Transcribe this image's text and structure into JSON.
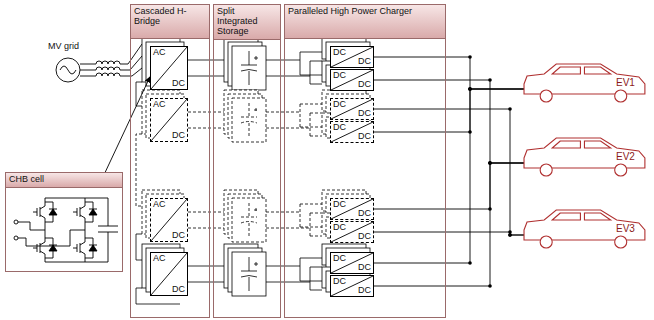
{
  "diagram": {
    "nodes": [
      {
        "text": [
          "Cascaded H-Bridge"
        ]
      },
      {
        "text": [
          "Split Integrated Storage"
        ]
      },
      {
        "text": [
          "Paralleled High Power Charger"
        ]
      },
      {
        "text": [
          "CHB cell"
        ]
      },
      {
        "text": [
          "AC",
          "DC"
        ],
        "in": 0
      },
      {
        "text": [
          "AC",
          "DC"
        ],
        "in": 0
      },
      {
        "text": [
          "AC",
          "DC"
        ],
        "in": 0
      },
      {
        "text": [
          "AC",
          "DC"
        ],
        "in": 0
      },
      {
        "text": [
          "DC",
          "DC"
        ],
        "in": 2
      },
      {
        "text": [
          "DC",
          "DC"
        ],
        "in": 2
      },
      {
        "text": [
          "DC",
          "DC"
        ],
        "in": 2
      },
      {
        "text": [
          "DC",
          "DC"
        ],
        "in": 2
      },
      {
        "text": [
          "DC",
          "DC"
        ],
        "in": 2
      },
      {
        "text": [
          "DC",
          "DC"
        ],
        "in": 2
      },
      {
        "text": [
          "DC",
          "DC"
        ],
        "in": 2
      },
      {
        "text": [
          "DC",
          "DC"
        ],
        "in": 2
      },
      {
        "text": [
          "EV1"
        ]
      },
      {
        "text": [
          "EV2"
        ]
      },
      {
        "text": [
          "EV3"
        ]
      }
    ],
    "edges": [
      {
        "from": 3,
        "to": 4,
        "arrow": "to"
      },
      {
        "from": 8,
        "to": 16,
        "arrow": "none"
      },
      {
        "from": 9,
        "to": 17,
        "arrow": "none"
      },
      {
        "from": 10,
        "to": 18,
        "arrow": "none"
      },
      {
        "from": 11,
        "to": 16,
        "arrow": "none"
      },
      {
        "from": 12,
        "to": 17,
        "arrow": "none"
      },
      {
        "from": 13,
        "to": 18,
        "arrow": "none"
      },
      {
        "from": 14,
        "to": 16,
        "arrow": "none"
      },
      {
        "from": 15,
        "to": 17,
        "arrow": "none"
      }
    ],
    "labels": [
      "MV grid"
    ]
  }
}
